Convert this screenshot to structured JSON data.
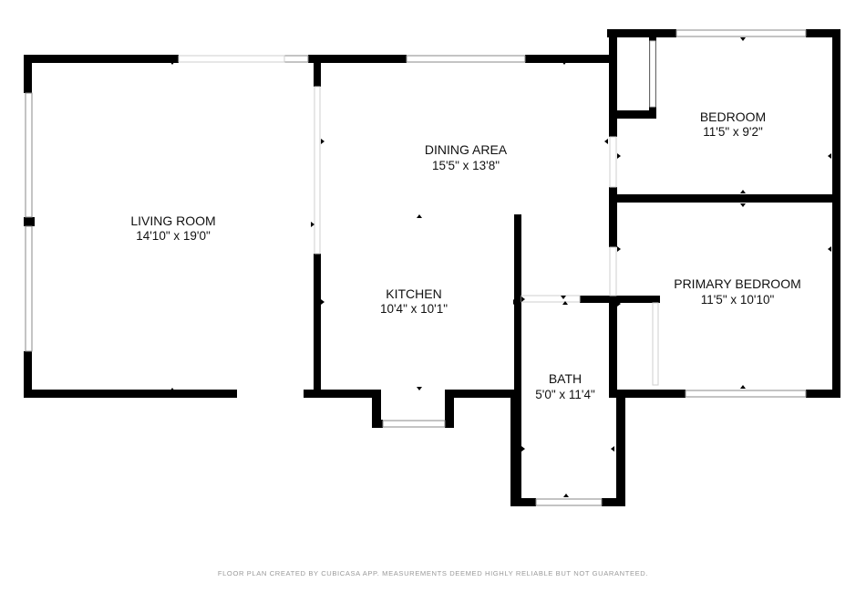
{
  "rooms": [
    {
      "id": "living-room",
      "name": "LIVING ROOM",
      "dims": "14'10\" x 19'0\""
    },
    {
      "id": "dining-area",
      "name": "DINING AREA",
      "dims": "15'5\" x 13'8\""
    },
    {
      "id": "kitchen",
      "name": "KITCHEN",
      "dims": "10'4\" x 10'1\""
    },
    {
      "id": "bedroom",
      "name": "BEDROOM",
      "dims": "11'5\" x 9'2\""
    },
    {
      "id": "primary-bedroom",
      "name": "PRIMARY BEDROOM",
      "dims": "11'5\" x 10'10\""
    },
    {
      "id": "bath",
      "name": "BATH",
      "dims": "5'0\" x 11'4\""
    }
  ],
  "footer": "FLOOR PLAN CREATED BY CUBICASA APP. MEASUREMENTS DEEMED HIGHLY RELIABLE BUT NOT GUARANTEED.",
  "colors": {
    "wall": "#000000",
    "window": "#8a8a8a",
    "text": "#111111",
    "footer": "#9a9a9a"
  }
}
